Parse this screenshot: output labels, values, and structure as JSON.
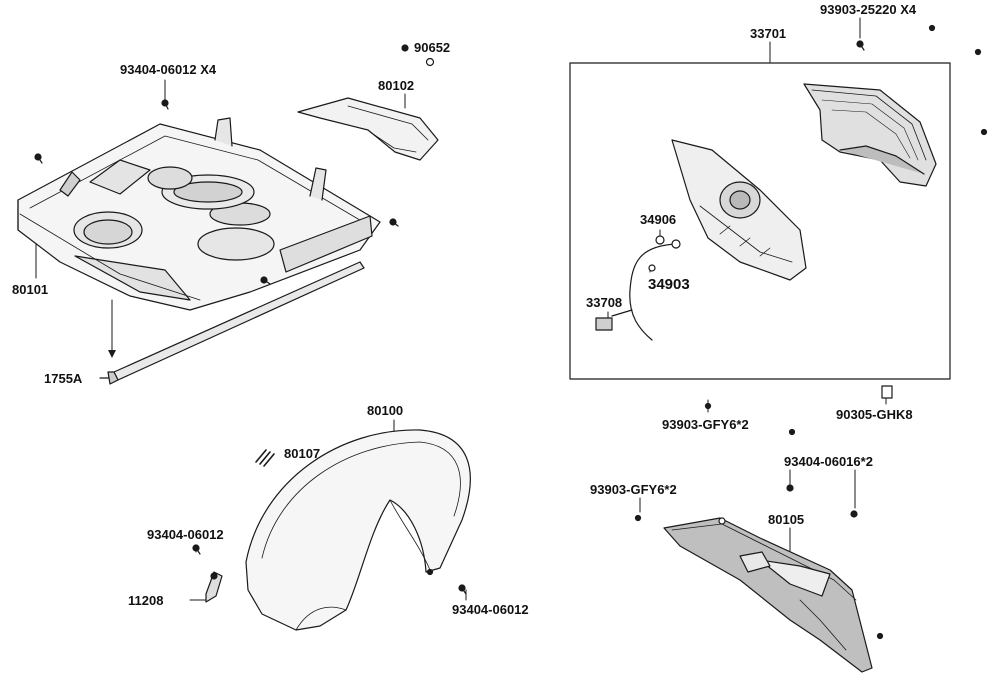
{
  "labels": {
    "p93404_06012_x4": "93404-06012 X4",
    "p90652": "90652",
    "p80102": "80102",
    "p80101": "80101",
    "p1755a": "1755A",
    "p33701": "33701",
    "p93903_25220_x4": "93903-25220 X4",
    "p34906": "34906",
    "p34903": "34903",
    "p33708": "33708",
    "p80100": "80100",
    "p80107": "80107",
    "p93404_06012_a": "93404-06012",
    "p11208": "11208",
    "p93404_06012_b": "93404-06012",
    "p93903_gfy6_a": "93903-GFY6*2",
    "p90305_ghk8": "90305-GHK8",
    "p93404_06016": "93404-06016*2",
    "p93903_gfy6_b": "93903-GFY6*2",
    "p80105": "80105"
  },
  "colors": {
    "line": "#1a1a1a",
    "fill_light": "#f4f4f4",
    "fill_mid": "#d9d9d9",
    "fill_dark": "#8c8c8c"
  }
}
